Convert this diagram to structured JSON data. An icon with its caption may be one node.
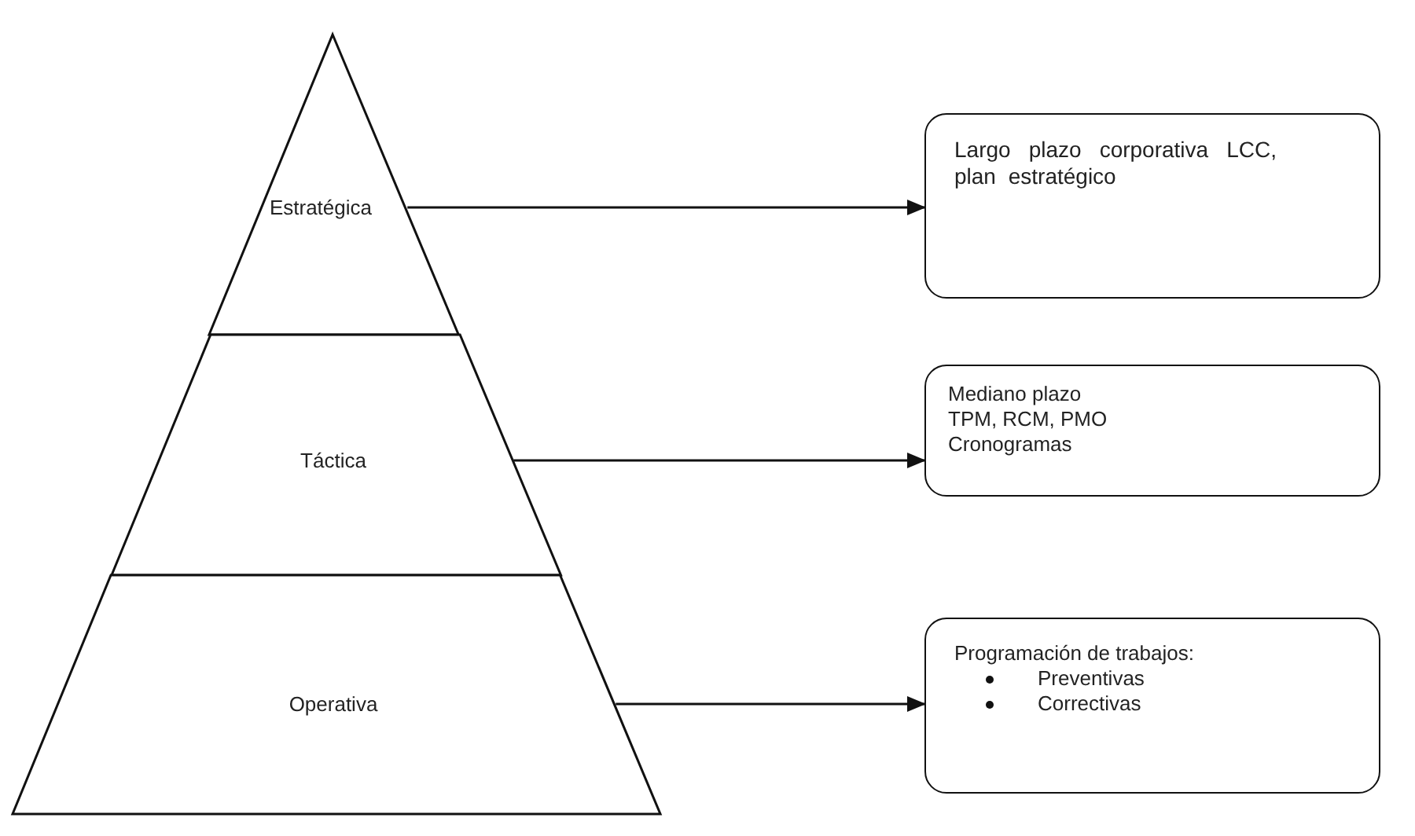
{
  "diagram": {
    "nodes": [
      {
        "text": [
          "Estratégica"
        ]
      },
      {
        "text": [
          "Táctica"
        ]
      },
      {
        "text": [
          "Operativa"
        ]
      },
      {
        "text": [
          "Largo plazo corporativa LCC, plan estratégico"
        ]
      },
      {
        "text": [
          "Mediano plazo",
          "TPM, RCM, PMO",
          "Cronogramas"
        ]
      },
      {
        "text": [
          "Programación de trabajos:",
          "Preventivas",
          "Correctivas"
        ]
      }
    ],
    "edges": [
      {
        "from": 0,
        "to": 3,
        "arrow": "to"
      },
      {
        "from": 1,
        "to": 4,
        "arrow": "to"
      },
      {
        "from": 2,
        "to": 5,
        "arrow": "to"
      }
    ]
  }
}
